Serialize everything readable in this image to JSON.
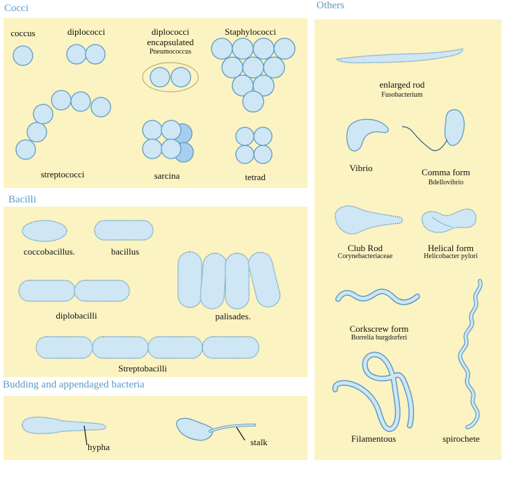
{
  "sections": {
    "cocci": "Cocci",
    "bacilli": "Bacilli",
    "budding": "Budding and appendaged bacteria",
    "others": "Others"
  },
  "cocci": {
    "coccus": "coccus",
    "diplococci": "diplococci",
    "encapsulated_line1": "diplococci",
    "encapsulated_line2": "encapsulated",
    "pneumococcus": "Pneumococcus",
    "staphylococci": "Staphylococci",
    "streptococci": "streptococci",
    "sarcina": "sarcina",
    "tetrad": "tetrad"
  },
  "bacilli": {
    "coccobacillus": "coccobacillus.",
    "bacillus": "bacillus",
    "diplobacilli": "diplobacilli",
    "palisades": "palisades.",
    "streptobacilli": "Streptobacilli"
  },
  "budding": {
    "hypha": "hypha",
    "stalk": "stalk"
  },
  "others": {
    "enlarged_rod": "enlarged rod",
    "fusobacterium": "Fusobacterium",
    "vibrio": "Vibrio",
    "comma_form": "Comma form",
    "bdellovibrio": "Bdellovibrio",
    "club_rod": "Club Rod",
    "corynebacteriaceae": "Corynebacteriaceae",
    "helical_form": "Helical form",
    "helicobacter": "Helicobacter pylori",
    "corkscrew_form": "Corkscrew form",
    "borrelia": "Borrelia burgdorferi",
    "filamentous": "Filamentous",
    "spirochete": "spirochete"
  },
  "colors": {
    "panel": "#fbf3c1",
    "title": "#5a9bc6",
    "cell_fill": "#cfe6f5",
    "cell_stroke": "#5d9cc3"
  }
}
